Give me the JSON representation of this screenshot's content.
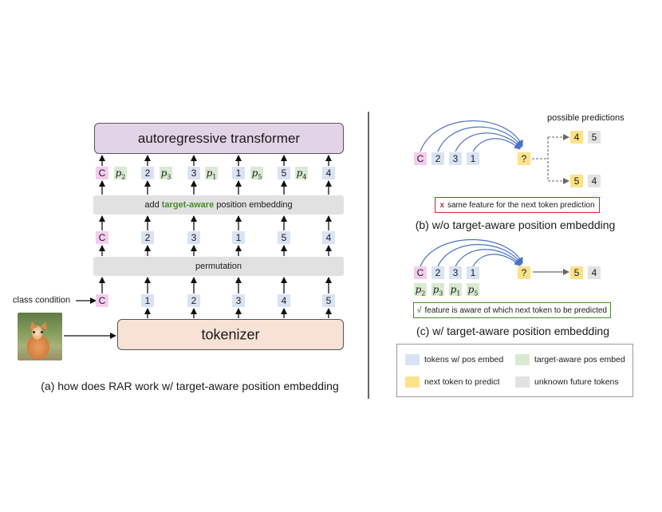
{
  "colors": {
    "blue": "#d9e3f3",
    "pink": "#f4cdee",
    "green": "#d9ead2",
    "yellow": "#fde28a",
    "gray": "#e2e2e2",
    "transformer_fill": "#e3d3e6",
    "tokenizer_fill": "#f8e2d5",
    "target_aware_text": "#4c8a2b",
    "wrong_border": "#e02020",
    "right_border": "#4a8a2e"
  },
  "panel_a": {
    "transformer_label": "autoregressive transformer",
    "tokenizer_label": "tokenizer",
    "top_row": [
      {
        "text": "C",
        "kind": "pink"
      },
      {
        "text": "p",
        "sub": "2",
        "kind": "green"
      },
      {
        "text": "2",
        "kind": "blue"
      },
      {
        "text": "p",
        "sub": "3",
        "kind": "green"
      },
      {
        "text": "3",
        "kind": "blue"
      },
      {
        "text": "p",
        "sub": "1",
        "kind": "green"
      },
      {
        "text": "1",
        "kind": "blue"
      },
      {
        "text": "p",
        "sub": "5",
        "kind": "green"
      },
      {
        "text": "5",
        "kind": "blue"
      },
      {
        "text": "p",
        "sub": "4",
        "kind": "green"
      },
      {
        "text": "4",
        "kind": "blue"
      }
    ],
    "embed_bar": {
      "prefix": "add ",
      "highlight": "target-aware",
      "suffix": " position embedding"
    },
    "middle_row": [
      "C",
      "2",
      "3",
      "1",
      "5",
      "4"
    ],
    "permutation_label": "permutation",
    "bottom_row": [
      "C",
      "1",
      "2",
      "3",
      "4",
      "5"
    ],
    "class_condition_label": "class condition",
    "image_subject": "kitten",
    "caption": "(a) how does RAR work w/ target-aware position embedding"
  },
  "panel_b": {
    "possible_predictions_label": "possible predictions",
    "context_tokens": [
      "C",
      "2",
      "3",
      "1"
    ],
    "query_token": "?",
    "prediction_1": [
      "4",
      "5"
    ],
    "prediction_2": [
      "5",
      "4"
    ],
    "note_mark": "x",
    "note_text": "same feature for the next token prediction",
    "caption": "(b) w/o target-aware position embedding"
  },
  "panel_c": {
    "context_tokens": [
      "C",
      "2",
      "3",
      "1"
    ],
    "pos_tokens": [
      {
        "text": "p",
        "sub": "2"
      },
      {
        "text": "p",
        "sub": "3"
      },
      {
        "text": "p",
        "sub": "1"
      },
      {
        "text": "p",
        "sub": "5"
      }
    ],
    "query_token": "?",
    "prediction": [
      "5",
      "4"
    ],
    "note_mark": "√",
    "note_text": "feature is aware of which next token to be predicted",
    "caption": "(c) w/ target-aware position embedding"
  },
  "legend": [
    {
      "label": "tokens w/ pos embed",
      "kind": "blue"
    },
    {
      "label": "target-aware pos embed",
      "kind": "green"
    },
    {
      "label": "next token to predict",
      "kind": "yellow"
    },
    {
      "label": "unknown future tokens",
      "kind": "gray"
    }
  ]
}
